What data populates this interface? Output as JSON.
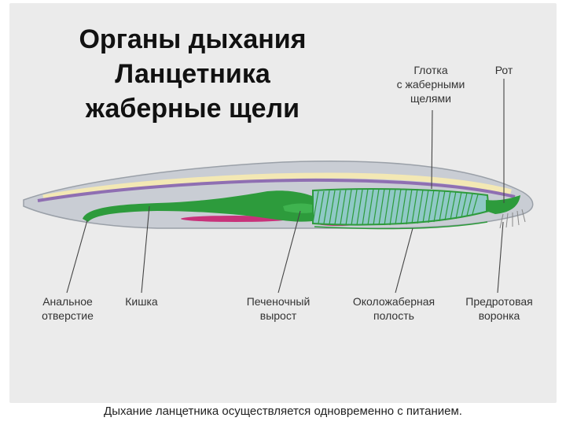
{
  "title": {
    "line1": "Органы дыхания",
    "line2": "Ланцетника",
    "line3": "жаберные щели"
  },
  "labels": {
    "pharynx": [
      "Глотка",
      "с жаберными",
      "щелями"
    ],
    "mouth": [
      "Рот"
    ],
    "anus": [
      "Анальное",
      "отверстие"
    ],
    "intestine": [
      "Кишка"
    ],
    "liver": [
      "Печеночный",
      "вырост"
    ],
    "atrium": [
      "Околожаберная",
      "полость"
    ],
    "vestibule": [
      "Предротовая",
      "воронка"
    ]
  },
  "caption": "Дыхание ланцетника осуществляется одновременно с  питанием.",
  "colors": {
    "body": "#c9cdd4",
    "notochord": "#f3e8b4",
    "nerve_cord": "#8f6fb2",
    "gut": "#2d9b3c",
    "gills": "#8fc9c6",
    "muscle": "#c8327a"
  }
}
